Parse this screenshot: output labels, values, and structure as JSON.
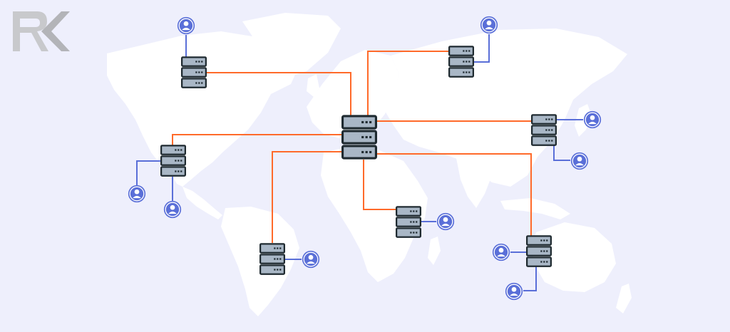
{
  "logo": {
    "text": "RK",
    "colors": [
      "#c8c9cc",
      "#b3b4b8"
    ]
  },
  "colors": {
    "background": "#eeeffc",
    "land": "#ffffff",
    "origin_link": "#ff6a2a",
    "user_link": "#5a6fd8",
    "server_fill": "#a9b7c6",
    "server_outline": "#1f2a30",
    "user_icon": "#5a6fd8"
  },
  "network": {
    "origin": "central-europe-origin-server",
    "edge_servers": [
      "north-america-edge-server",
      "central-america-edge-server",
      "south-america-edge-server",
      "russia-edge-server",
      "east-asia-edge-server",
      "east-africa-edge-server",
      "australia-edge-server"
    ],
    "user_count": 10
  }
}
